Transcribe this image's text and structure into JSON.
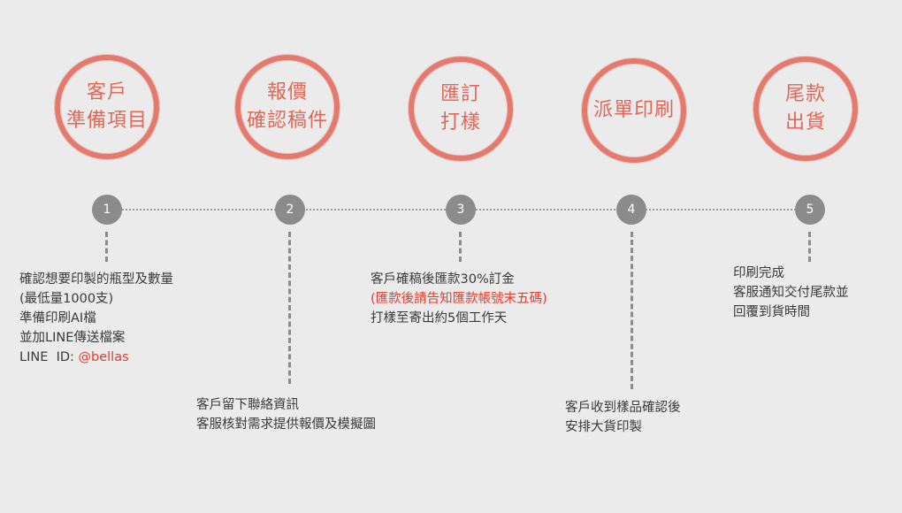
{
  "steps": [
    {
      "number": "1",
      "title_lines": [
        "客戶",
        "準備項目"
      ],
      "desc": [
        "確認想要印製的瓶型及數量",
        "(最低量1000支)",
        "準備印刷AI檔",
        "並加LINE傳送檔案"
      ],
      "line_id_label": "LINE  ID: ",
      "line_id_value": "@bellas"
    },
    {
      "number": "2",
      "title_lines": [
        "報價",
        "確認稿件"
      ],
      "desc": [
        "客戶留下聯絡資訊",
        "客服核對需求提供報價及模擬圖"
      ]
    },
    {
      "number": "3",
      "title_lines": [
        "匯訂",
        "打樣"
      ],
      "desc": [
        "客戶確稿後匯款30%訂金",
        "(匯款後請告知匯款帳號末五碼)",
        "打樣至寄出約5個工作天"
      ]
    },
    {
      "number": "4",
      "title_lines": [
        "派單印刷"
      ],
      "desc": [
        "客戶收到樣品確認後",
        "安排大貨印製"
      ]
    },
    {
      "number": "5",
      "title_lines": [
        "尾款",
        "出貨"
      ],
      "desc": [
        "印刷完成",
        "客服通知交付尾款並",
        "回覆到貨時間"
      ]
    }
  ],
  "colors": {
    "background": "#ebebeb",
    "circle": "#e47a6d",
    "highlight": "#e53b2c",
    "dot": "#8b8b8b"
  }
}
